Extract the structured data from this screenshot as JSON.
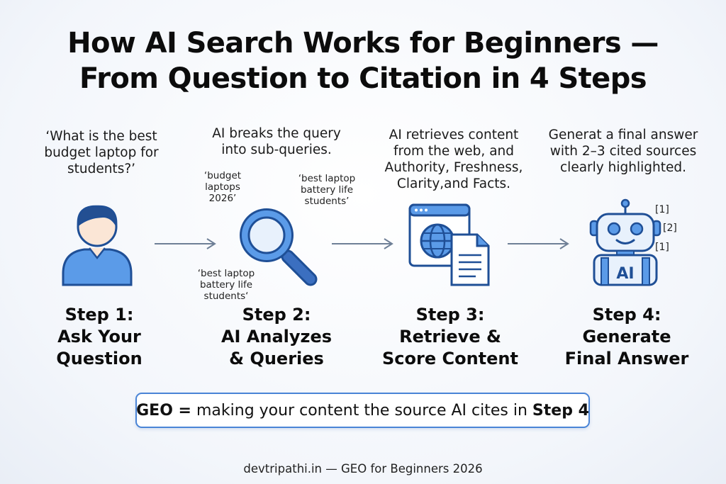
{
  "title": {
    "line1": "How AI Search Works for Beginners —",
    "line2": "From Question to Citation in 4 Steps"
  },
  "steps": [
    {
      "desc": [
        "‘What is the best",
        "budget laptop for",
        "students?’"
      ],
      "label": [
        "Step 1:",
        "Ask Your",
        "Question"
      ],
      "icon": "user-icon"
    },
    {
      "desc": [
        "AI breaks the query",
        "into sub-queries."
      ],
      "subqueries": [
        [
          "‘budget",
          "laptops",
          "2026’"
        ],
        [
          "‘best laptop",
          "battery life",
          "students’"
        ],
        [
          "‘best laptop",
          "battery life",
          "students‘"
        ]
      ],
      "label": [
        "Step 2:",
        "AI Analyzes",
        "& Queries"
      ],
      "icon": "magnifying-glass-icon"
    },
    {
      "desc": [
        "AI retrieves content",
        "from the web, and",
        "Authority, Freshness,",
        "Clarity,and Facts."
      ],
      "label": [
        "Step 3:",
        "Retrieve &",
        "Score Content"
      ],
      "icon": "web-document-icon"
    },
    {
      "desc": [
        "Generat a final answer",
        "with 2–3 cited sources",
        "clearly highlighted."
      ],
      "citations": [
        "[1]",
        "[2]",
        "[1]"
      ],
      "robot_text": "AI",
      "label": [
        "Step 4:",
        "Generate",
        "Final Answer"
      ],
      "icon": "robot-icon"
    }
  ],
  "arrow_icon": "arrow-right-icon",
  "geo": {
    "prefix": "GEO =",
    "middle": " making your content the source AI cites in ",
    "suffix": "Step 4"
  },
  "footer": "devtripathi.in — GEO for Beginners 2026",
  "colors": {
    "accent": "#3c78d8",
    "icon_fill": "#5b9be8",
    "icon_stroke": "#1f4f96",
    "box_border": "#4a84d6"
  }
}
